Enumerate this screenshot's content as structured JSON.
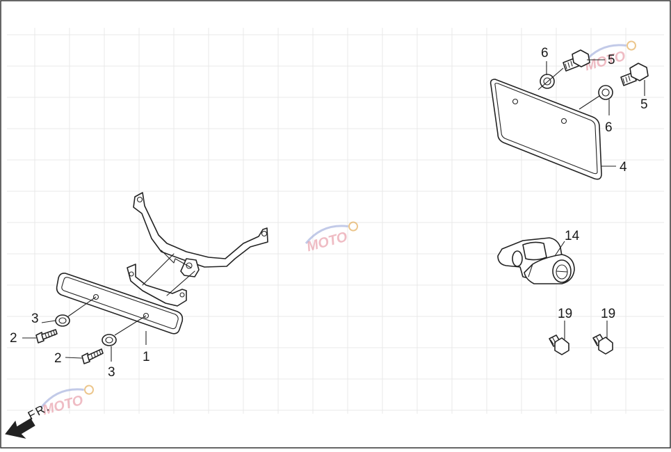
{
  "diagram": {
    "callouts": {
      "c1": "1",
      "c2a": "2",
      "c2b": "2",
      "c3a": "3",
      "c3b": "3",
      "c4": "4",
      "c5a": "5",
      "c5b": "5",
      "c6a": "6",
      "c6b": "6",
      "c14": "14",
      "c19a": "19",
      "c19b": "19"
    },
    "direction_label": "FR.",
    "watermark_text": "MOTO",
    "colors": {
      "line": "#222222",
      "grid": "#e9e9e9",
      "watermark": "#e07b8a"
    },
    "icons": {
      "direction": "arrow-down-left-icon",
      "watermark": "moto-watermark-logo"
    }
  }
}
